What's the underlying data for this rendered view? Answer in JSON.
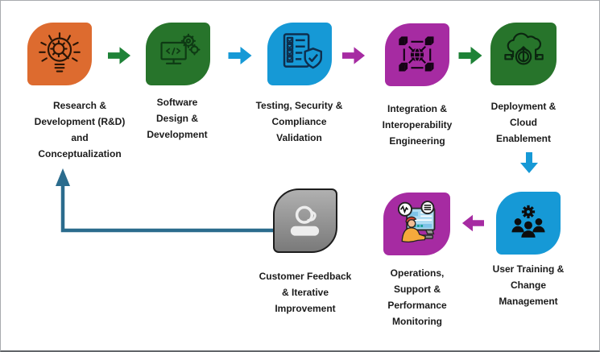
{
  "diagram": {
    "name": "software-lifecycle-flowchart",
    "text_color": "#1b1b1b",
    "steps": [
      {
        "name": "research-development",
        "label": "Research &\nDevelopment (R&D)\nand\nConceptualization",
        "tile_color": "#DD6B2F",
        "icon": "lightbulb-gear-icon"
      },
      {
        "name": "software-design",
        "label": "Software\nDesign &\nDevelopment",
        "tile_color": "#27742B",
        "icon": "monitor-gears-icon"
      },
      {
        "name": "testing-security",
        "label": "Testing, Security &\nCompliance\nValidation",
        "tile_color": "#1699D6",
        "icon": "checklist-shield-icon"
      },
      {
        "name": "integration",
        "label": "Integration &\nInteroperability\nEngineering",
        "tile_color": "#A62BA2",
        "icon": "network-cubes-icon"
      },
      {
        "name": "deployment",
        "label": "Deployment &\nCloud\nEnablement",
        "tile_color": "#27742B",
        "icon": "cloud-upload-icon"
      },
      {
        "name": "user-training",
        "label": "User Training &\nChange\nManagement",
        "tile_color": "#1699D6",
        "icon": "team-gear-icon"
      },
      {
        "name": "operations",
        "label": "Operations,\nSupport &\nPerformance\nMonitoring",
        "tile_color": "#A62BA2",
        "icon": "support-desk-icon"
      },
      {
        "name": "customer-feedback",
        "label": "Customer Feedback\n& Iterative\nImprovement",
        "tile_color": "linear-gradient(180deg,#B0B0B0,#7A7A7A)",
        "tile_border": "#1d1d1d",
        "icon": "headset-person-icon"
      }
    ],
    "connectors": {
      "arrow_research_to_design": "#1E8237",
      "arrow_design_to_testing": "#1699D6",
      "arrow_testing_to_integration": "#A62BA2",
      "arrow_integration_to_deployment": "#1E8237",
      "arrow_deployment_down": "#1699D6",
      "arrow_training_to_operations": "#A62BA2",
      "feedback_loop": "#2B6C8D"
    }
  }
}
